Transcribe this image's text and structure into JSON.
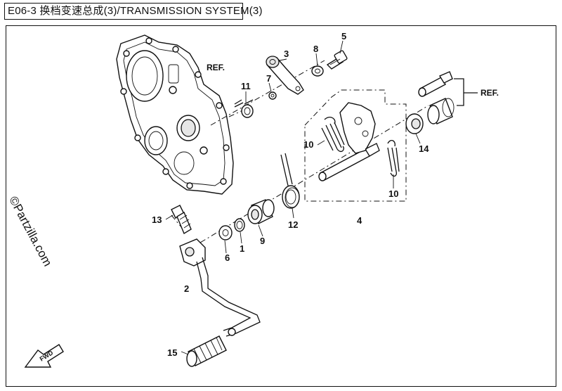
{
  "header": {
    "title": "E06-3  换档变速总成(3)/TRANSMISSION  SYSTEM(3)"
  },
  "watermark": {
    "text": "©Partzilla.com"
  },
  "fwd_label": {
    "text": "FWD"
  },
  "references": [
    {
      "id": "ref-cover",
      "text": "REF."
    },
    {
      "id": "ref-shaft",
      "text": "REF."
    }
  ],
  "callouts": [
    {
      "id": "c1",
      "text": "1"
    },
    {
      "id": "c2",
      "text": "2"
    },
    {
      "id": "c3",
      "text": "3"
    },
    {
      "id": "c4",
      "text": "4"
    },
    {
      "id": "c5",
      "text": "5"
    },
    {
      "id": "c6",
      "text": "6"
    },
    {
      "id": "c7",
      "text": "7"
    },
    {
      "id": "c8",
      "text": "8"
    },
    {
      "id": "c9",
      "text": "9"
    },
    {
      "id": "c10a",
      "text": "10"
    },
    {
      "id": "c10b",
      "text": "10"
    },
    {
      "id": "c11",
      "text": "11"
    },
    {
      "id": "c12",
      "text": "12"
    },
    {
      "id": "c13",
      "text": "13"
    },
    {
      "id": "c14",
      "text": "14"
    },
    {
      "id": "c15",
      "text": "15"
    }
  ]
}
